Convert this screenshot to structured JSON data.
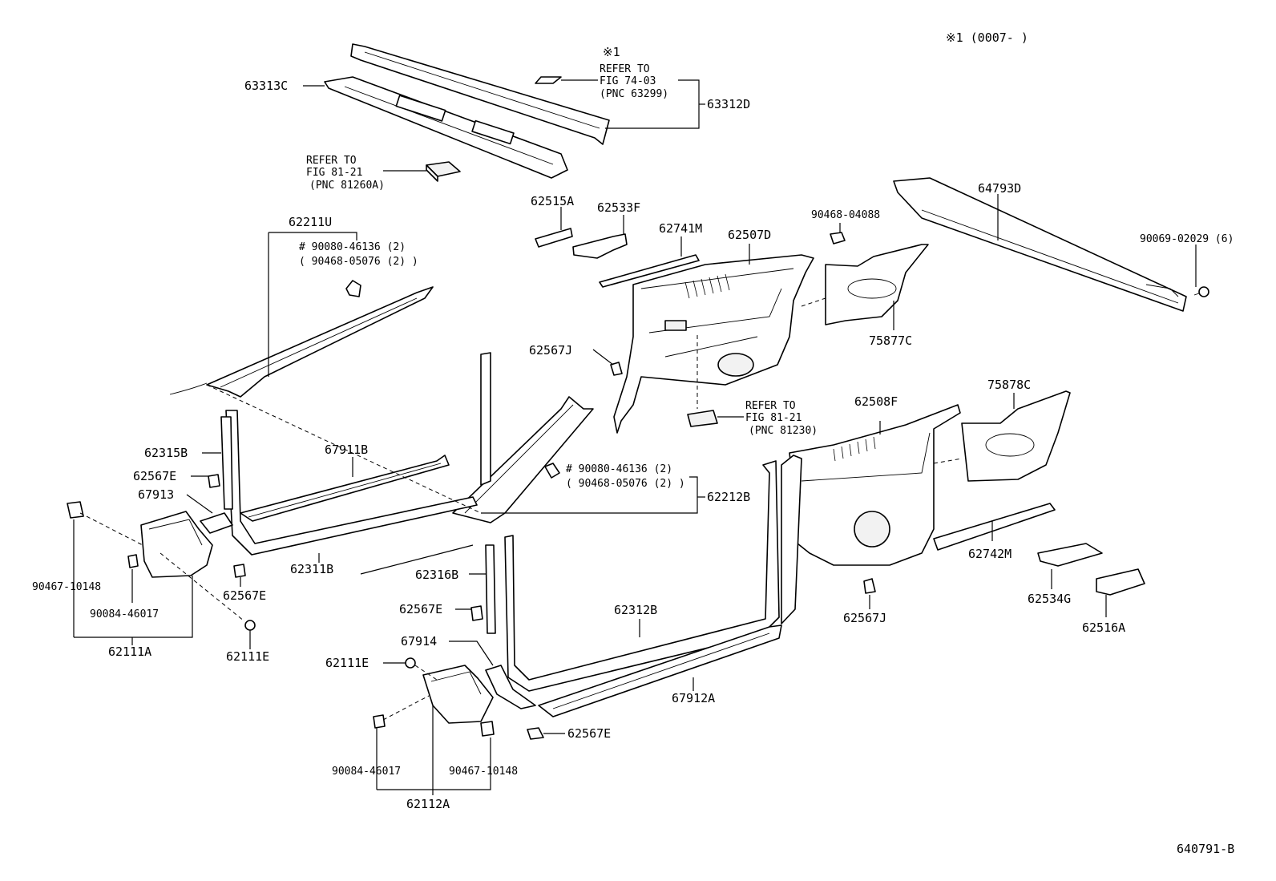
{
  "labels": {
    "note_range": "※1 (0007-    )",
    "note_star": "※1",
    "refer_a_1": "REFER TO",
    "refer_a_2": "FIG 74-03",
    "refer_a_3": "(PNC 63299)",
    "refer_b_1": "REFER TO",
    "refer_b_2": "FIG 81-21",
    "refer_b_3": "(PNC 81260A)",
    "refer_c_1": "REFER TO",
    "refer_c_2": "FIG 81-21",
    "refer_c_3": "(PNC 81230)",
    "p63313c": "63313C",
    "p63312d": "63312D",
    "p62211u": "62211U",
    "p62211u_sub1": "# 90080-46136 (2)",
    "p62211u_sub2": "( 90468-05076 (2) )",
    "p62212b": "62212B",
    "p62212b_sub1": "# 90080-46136 (2)",
    "p62212b_sub2": "( 90468-05076 (2) )",
    "p62515a": "62515A",
    "p62533f": "62533F",
    "p62741m": "62741M",
    "p62507d": "62507D",
    "p90468_04088": "90468-04088",
    "p64793d": "64793D",
    "p90069_02029": "90069-02029 (6)",
    "p75877c": "75877C",
    "p62567j_top": "62567J",
    "p62315b": "62315B",
    "p62567e_a": "62567E",
    "p67913": "67913",
    "p67911b": "67911B",
    "p62311b": "62311B",
    "p62567e_b": "62567E",
    "p90467_10148_a": "90467-10148",
    "p90084_46017_a": "90084-46017",
    "p62111a": "62111A",
    "p62111e_a": "62111E",
    "p62508f": "62508F",
    "p75878c": "75878C",
    "p62742m": "62742M",
    "p62534g": "62534G",
    "p62516a": "62516A",
    "p62567j_bot": "62567J",
    "p62316b": "62316B",
    "p62567e_c": "62567E",
    "p62312b": "62312B",
    "p67914": "67914",
    "p62111e_b": "62111E",
    "p67912a": "67912A",
    "p62567e_d": "62567E",
    "p90084_46017_b": "90084-46017",
    "p90467_10148_b": "90467-10148",
    "p62112a": "62112A",
    "figure_code": "640791-B"
  }
}
